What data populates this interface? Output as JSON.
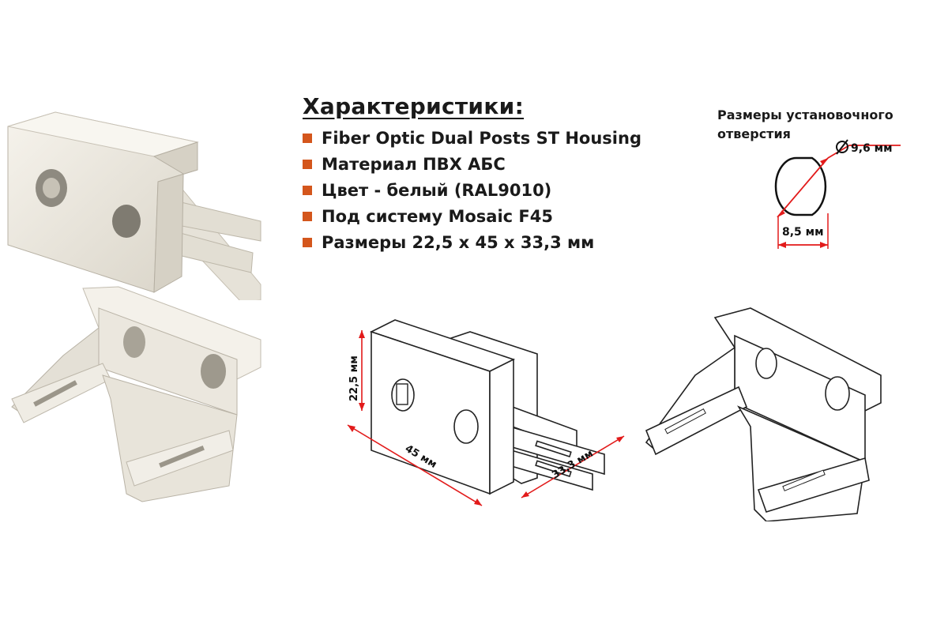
{
  "specs": {
    "title": "Характеристики:",
    "items": [
      "Fiber Optic Dual Posts ST Housing",
      "Материал ПВХ АБС",
      "Цвет - белый (RAL9010)",
      "Под систему Mosaic F45",
      "Размеры 22,5 x 45 x 33,3 мм"
    ]
  },
  "hole": {
    "title_line1": "Размеры установочного",
    "title_line2": "отверстия",
    "diameter": "9,6 мм",
    "flat": "8,5 мм"
  },
  "dims": {
    "height": "22,5 мм",
    "width": "45 мм",
    "depth": "33,3 мм"
  },
  "colors": {
    "bullet": "#d4561c",
    "dimension": "#e21a1a",
    "plastic": "#ece8df"
  }
}
